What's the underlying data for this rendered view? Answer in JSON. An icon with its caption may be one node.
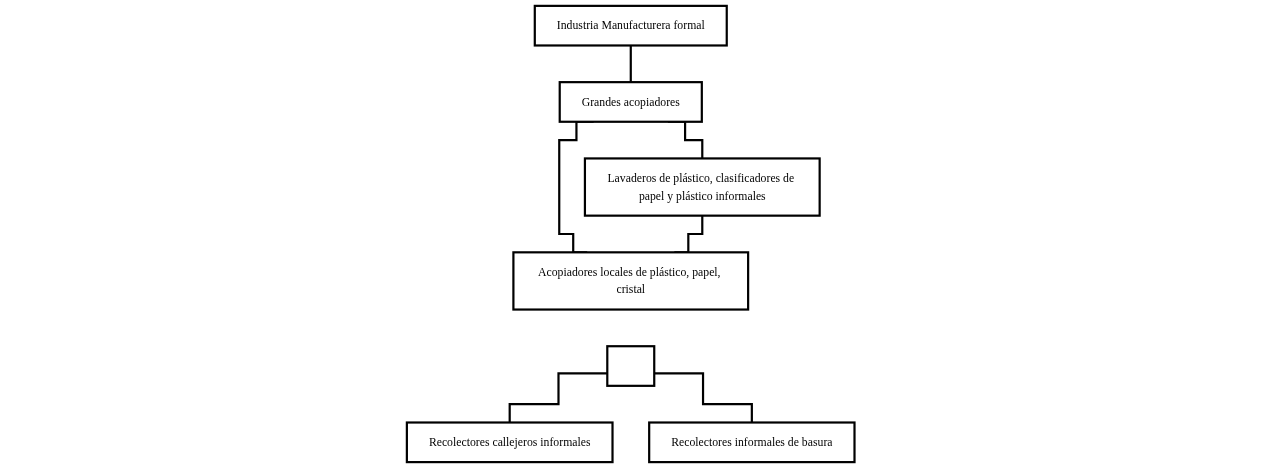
{
  "diagram": {
    "nodes": [
      {
        "text": [
          "Industria Manufacturera formal"
        ]
      },
      {
        "text": [
          "Grandes acopiadores"
        ]
      },
      {
        "text": [
          "Lavaderos de plástico, clasificadores de papel y plástico informales"
        ]
      },
      {
        "text": [
          "Acopiadores locales de plástico, papel, cristal"
        ]
      },
      {
        "text": [],
        "shape": "box"
      },
      {
        "text": [
          "Recolectores callejeros informales"
        ]
      },
      {
        "text": [
          "Recolectores informales de basura"
        ]
      }
    ],
    "edges": [
      {
        "from": 0,
        "to": 1,
        "arrow": "none"
      },
      {
        "from": 1,
        "to": 2,
        "arrow": "none"
      },
      {
        "from": 1,
        "to": 3,
        "arrow": "none"
      },
      {
        "from": 2,
        "to": 3,
        "arrow": "none"
      },
      {
        "from": 4,
        "to": 5,
        "arrow": "none"
      },
      {
        "from": 4,
        "to": 6,
        "arrow": "none"
      }
    ]
  }
}
